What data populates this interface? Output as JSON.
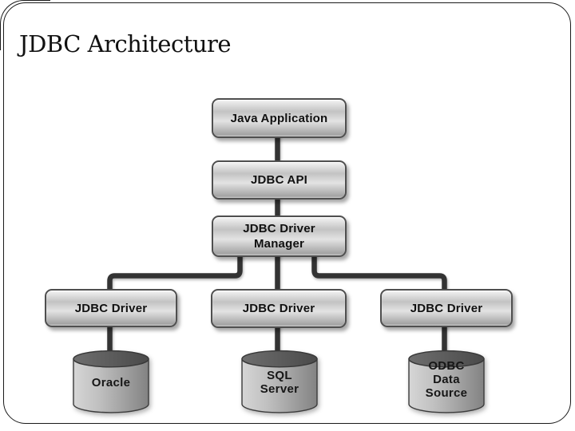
{
  "slide": {
    "title": "JDBC Architecture"
  },
  "diagram": {
    "boxes": [
      {
        "label": "Java Application"
      },
      {
        "label": "JDBC API"
      },
      {
        "label": "JDBC Driver Manager"
      },
      {
        "label": "JDBC Driver"
      },
      {
        "label": "JDBC Driver"
      },
      {
        "label": "JDBC Driver"
      }
    ],
    "databases": [
      {
        "name": "Oracle",
        "lines": [
          "Oracle"
        ]
      },
      {
        "name": "SQL Server",
        "lines": [
          "SQL",
          "Server"
        ]
      },
      {
        "name": "ODBC Data Source",
        "lines": [
          "ODBC",
          "Data",
          "Source"
        ]
      }
    ],
    "colors": {
      "connector": "#333333",
      "box_border": "#4f4f4f",
      "box_fill_light": "#f4f4f4",
      "box_fill_dark": "#a3a3a3",
      "cylinder_top": "#5a5a5a",
      "cylinder_body_light": "#d6d6d6",
      "cylinder_body_dark": "#828282",
      "slide_border": "#1a1a1a",
      "title_color": "#111111"
    }
  }
}
